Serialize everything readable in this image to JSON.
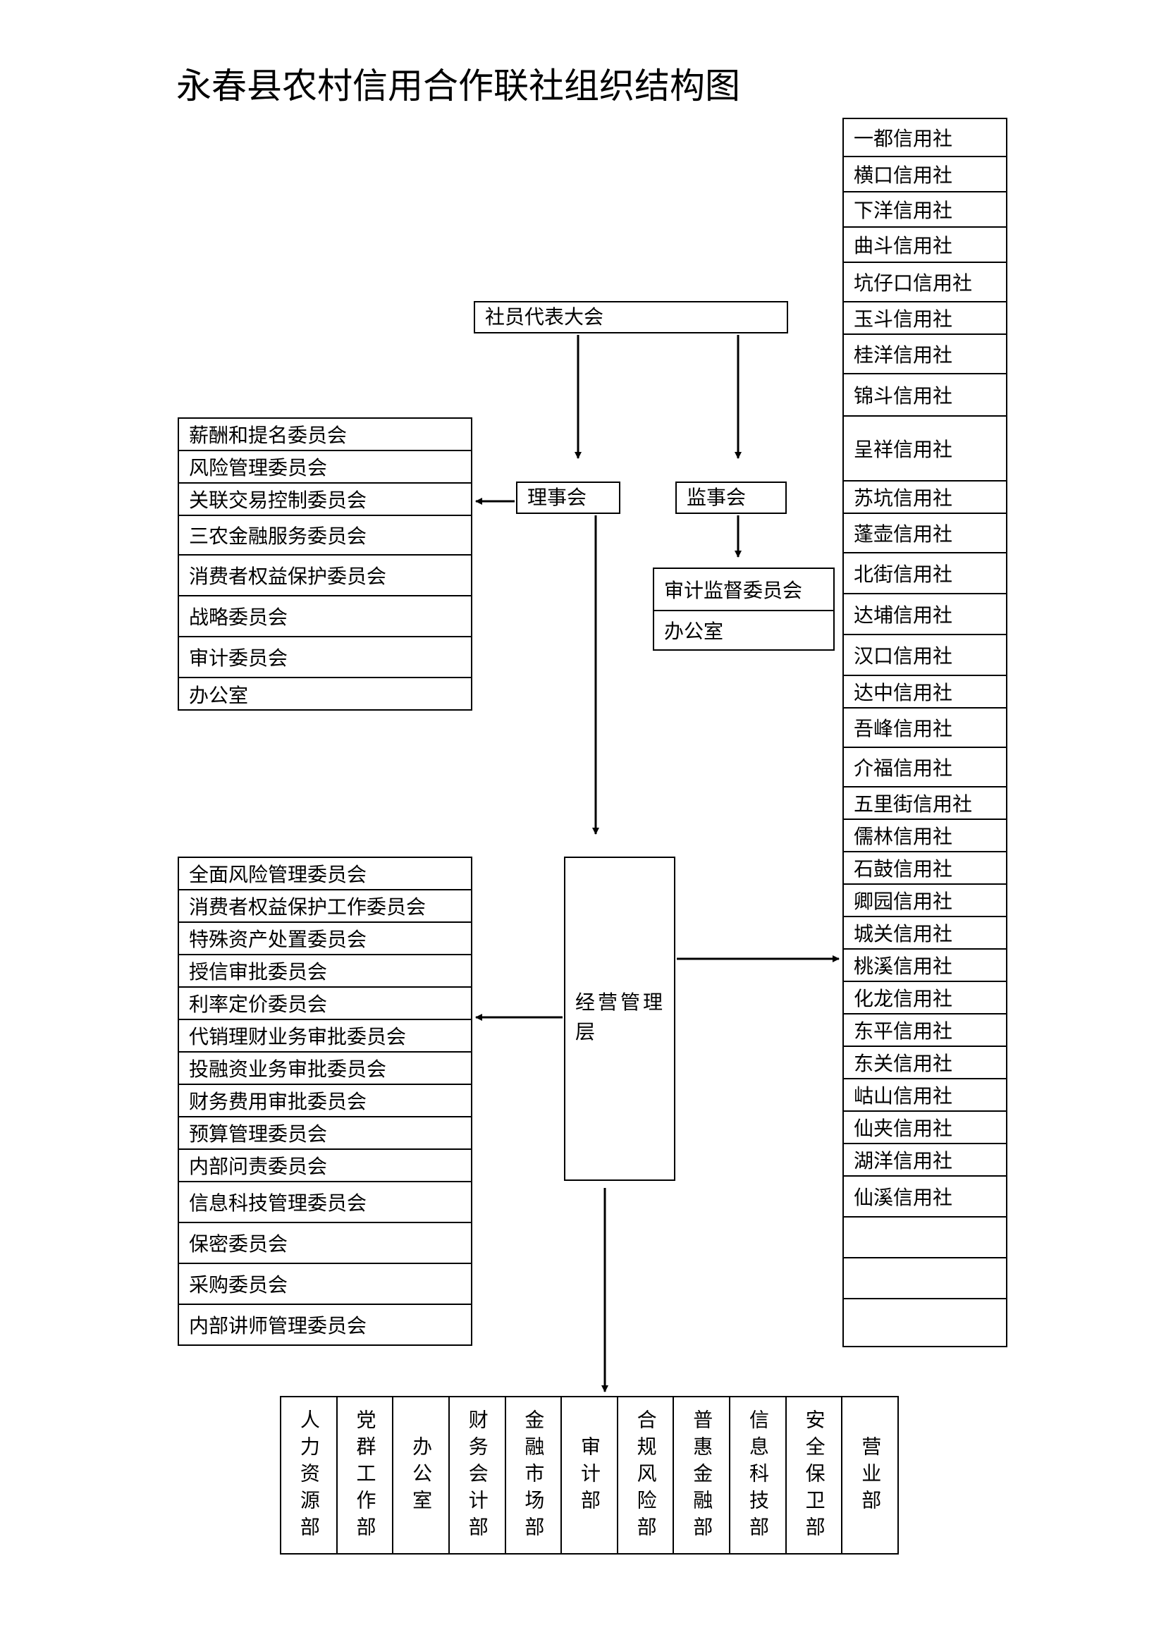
{
  "title": "永春县农村信用合作联社组织结构图",
  "nodes": {
    "assembly": "社员代表大会",
    "board": "理事会",
    "supervisors": "监事会",
    "management": "经营管理层"
  },
  "supervisory_committees": [
    "审计监督委员会",
    "办公室"
  ],
  "board_committees": [
    "薪酬和提名委员会",
    "风险管理委员会",
    "关联交易控制委员会",
    "三农金融服务委员会",
    "消费者权益保护委员会",
    "战略委员会",
    "审计委员会",
    "办公室"
  ],
  "management_committees": [
    "全面风险管理委员会",
    "消费者权益保护工作委员会",
    "特殊资产处置委员会",
    "授信审批委员会",
    "利率定价委员会",
    "代销理财业务审批委员会",
    "投融资业务审批委员会",
    "财务费用审批委员会",
    "预算管理委员会",
    "内部问责委员会",
    "信息科技管理委员会",
    "保密委员会",
    "采购委员会",
    "内部讲师管理委员会"
  ],
  "credit_cooperatives": [
    "一都信用社",
    "横口信用社",
    "下洋信用社",
    "曲斗信用社",
    "坑仔口信用社",
    "玉斗信用社",
    "桂洋信用社",
    "锦斗信用社",
    "呈祥信用社",
    "苏坑信用社",
    "蓬壶信用社",
    "北街信用社",
    "达埔信用社",
    "汉口信用社",
    "达中信用社",
    "吾峰信用社",
    "介福信用社",
    "五里街信用社",
    "儒林信用社",
    "石鼓信用社",
    "卿园信用社",
    "城关信用社",
    "桃溪信用社",
    "化龙信用社",
    "东平信用社",
    "东关信用社",
    "岵山信用社",
    "仙夹信用社",
    "湖洋信用社",
    "仙溪信用社",
    "",
    "",
    ""
  ],
  "departments": [
    "人力资源部",
    "党群工作部",
    "办公室",
    "财务会计部",
    "金融市场部",
    "审计部",
    "合规风险部",
    "普惠金融部",
    "信息科技部",
    "安全保卫部",
    "营业部"
  ]
}
